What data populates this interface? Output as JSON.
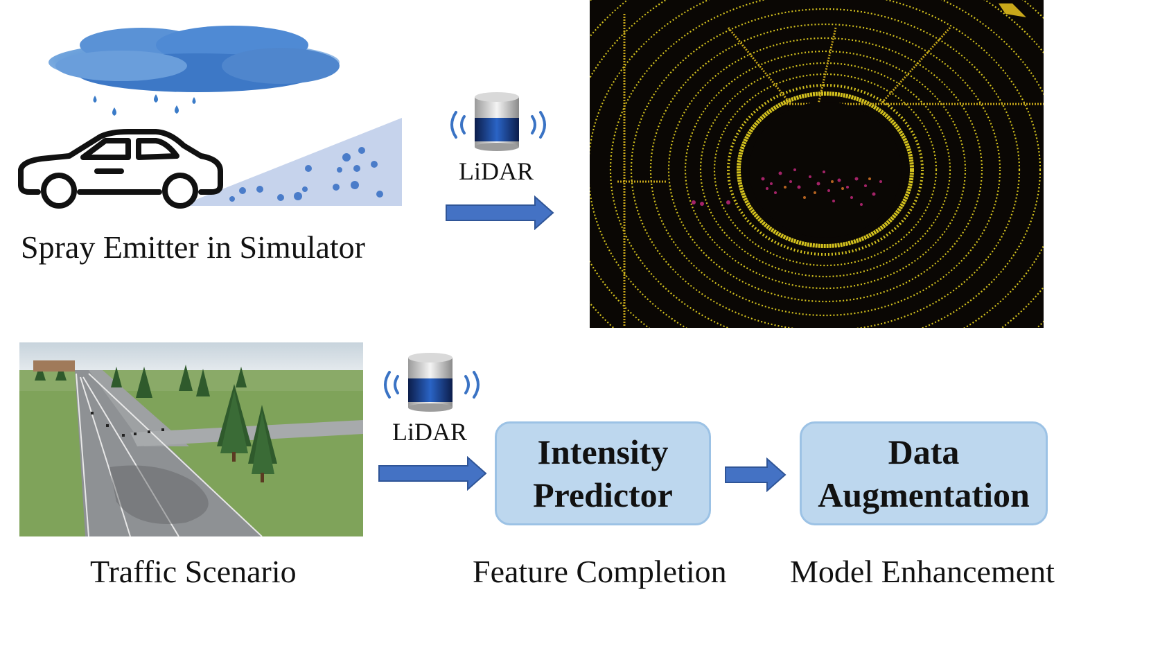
{
  "captions": {
    "spray": "Spray Emitter in Simulator",
    "traffic": "Traffic Scenario",
    "feature": "Feature Completion",
    "model": "Model Enhancement"
  },
  "lidar_labels": [
    "LiDAR",
    "LiDAR"
  ],
  "boxes": {
    "intensity": [
      "Intensity",
      "Predictor"
    ],
    "augmentation": [
      "Data",
      "Augmentation"
    ]
  },
  "colors": {
    "arrow": "#4472c4",
    "box_fill": "#bdd7ee",
    "box_border": "#9cc2e5",
    "point_cloud": "#d4c21e",
    "spray_points": "#c0287a",
    "cloud": "#4a86c8"
  },
  "icons": [
    "cloud-icon",
    "raindrop-icon",
    "car-icon",
    "spray-cone-icon",
    "lidar-sensor-icon",
    "wave-signal-icon",
    "arrow-right-icon"
  ]
}
